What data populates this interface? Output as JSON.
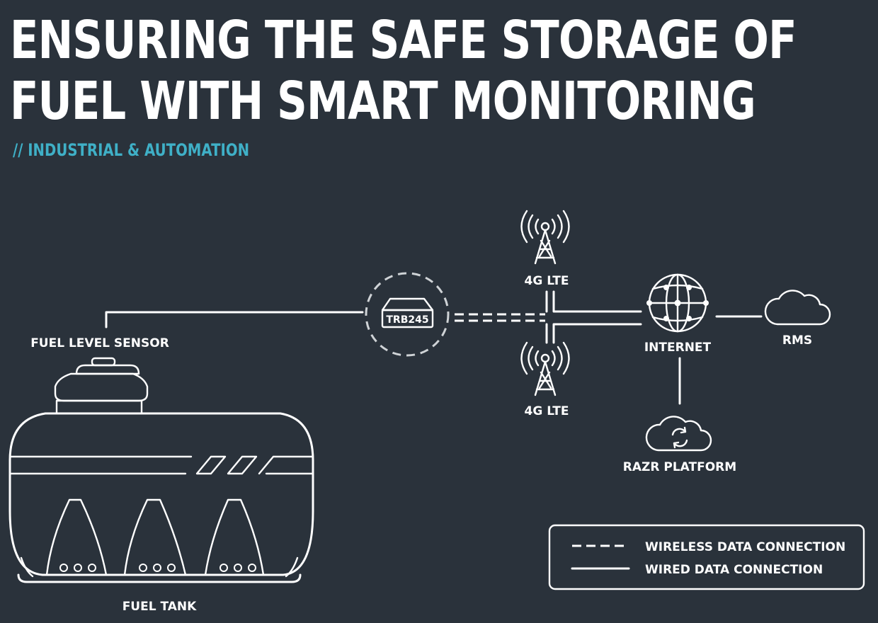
{
  "title": {
    "line1": "ENSURING THE SAFE STORAGE OF",
    "line2": "FUEL WITH SMART MONITORING"
  },
  "subtitle": "// INDUSTRIAL & AUTOMATION",
  "nodes": {
    "sensor": "FUEL LEVEL SENSOR",
    "router": "TRB245",
    "tower_top": "4G LTE",
    "tower_bottom": "4G LTE",
    "internet": "INTERNET",
    "rms": "RMS",
    "razr": "RAZR PLATFORM",
    "tank": "FUEL TANK"
  },
  "legend": {
    "wireless": "WIRELESS DATA CONNECTION",
    "wired": "WIRED DATA CONNECTION"
  },
  "colors": {
    "background": "#2a323b",
    "foreground": "#ffffff",
    "accent": "#3fb0c7"
  }
}
